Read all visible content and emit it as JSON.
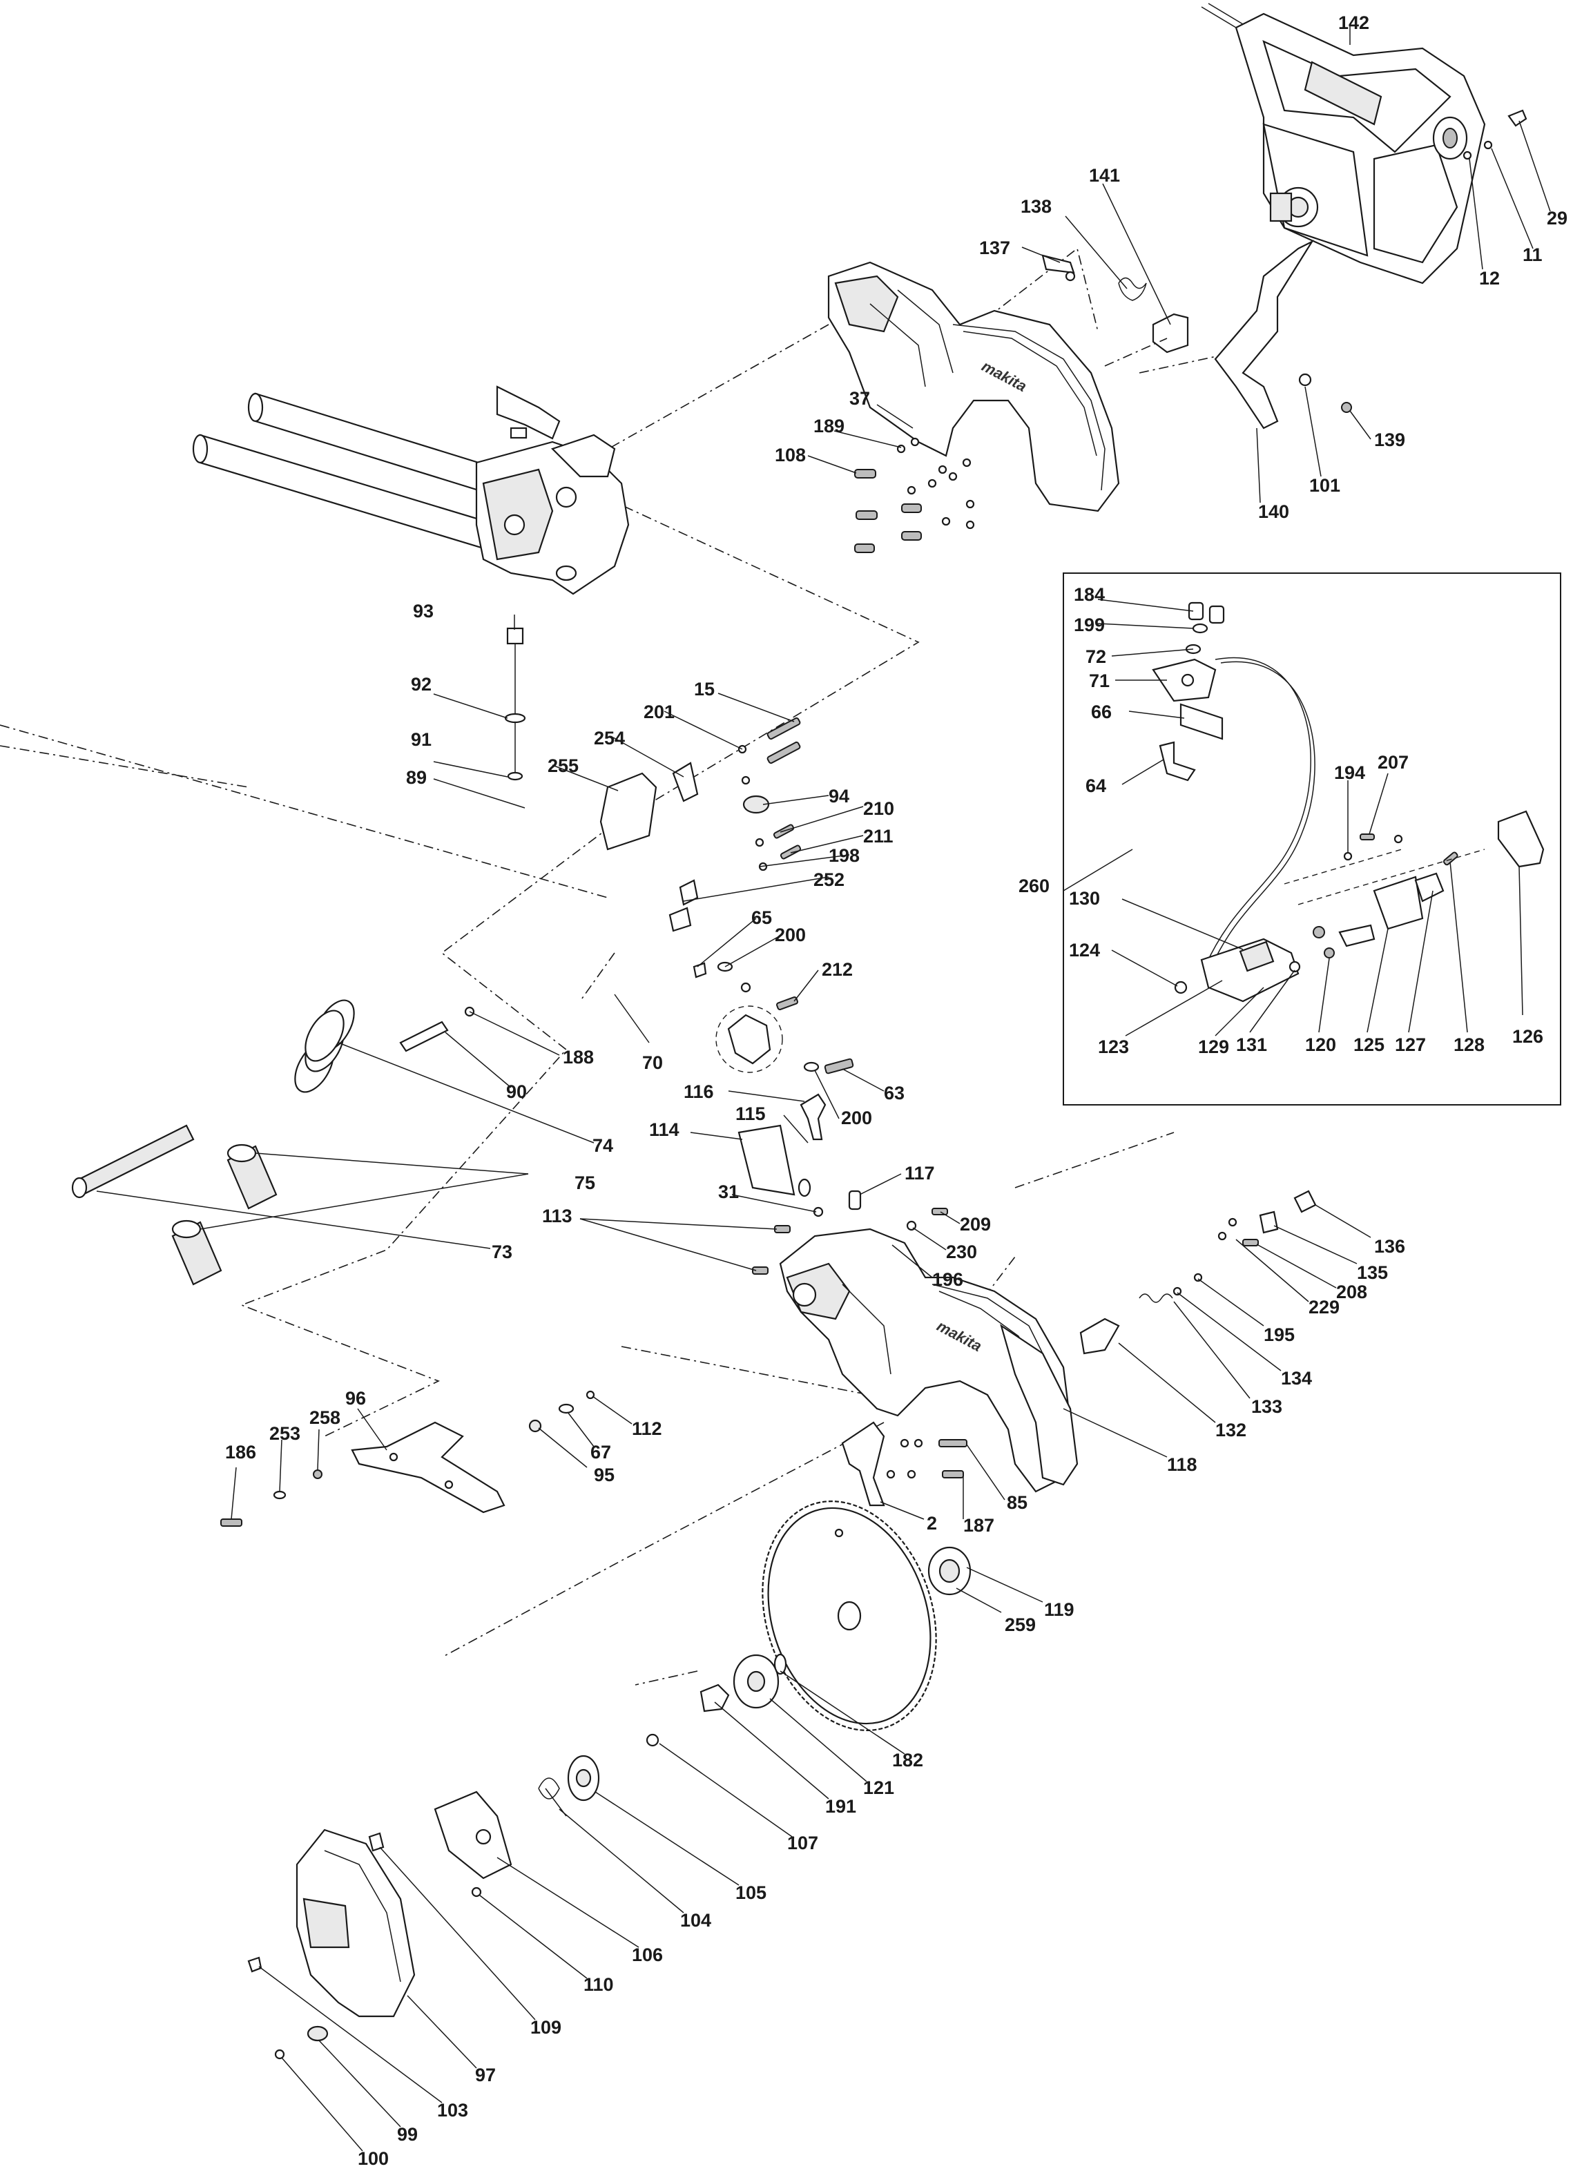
{
  "brand_marks": [
    "makita",
    "makita"
  ],
  "callouts": [
    "142",
    "141",
    "138",
    "137",
    "29",
    "11",
    "12",
    "37",
    "189",
    "108",
    "139",
    "101",
    "140",
    "93",
    "92",
    "91",
    "89",
    "15",
    "201",
    "254",
    "255",
    "94",
    "210",
    "211",
    "198",
    "252",
    "65",
    "200",
    "212",
    "70",
    "188",
    "90",
    "74",
    "75",
    "73",
    "116",
    "115",
    "114",
    "63",
    "200",
    "117",
    "31",
    "113",
    "209",
    "230",
    "196",
    "184",
    "199",
    "72",
    "71",
    "66",
    "64",
    "194",
    "207",
    "260",
    "130",
    "124",
    "123",
    "129",
    "131",
    "120",
    "125",
    "127",
    "128",
    "126",
    "136",
    "135",
    "208",
    "229",
    "195",
    "134",
    "133",
    "132",
    "118",
    "186",
    "253",
    "258",
    "96",
    "112",
    "67",
    "95",
    "85",
    "187",
    "2",
    "119",
    "259",
    "182",
    "121",
    "191",
    "107",
    "105",
    "104",
    "106",
    "110",
    "109",
    "97",
    "103",
    "99",
    "100"
  ]
}
